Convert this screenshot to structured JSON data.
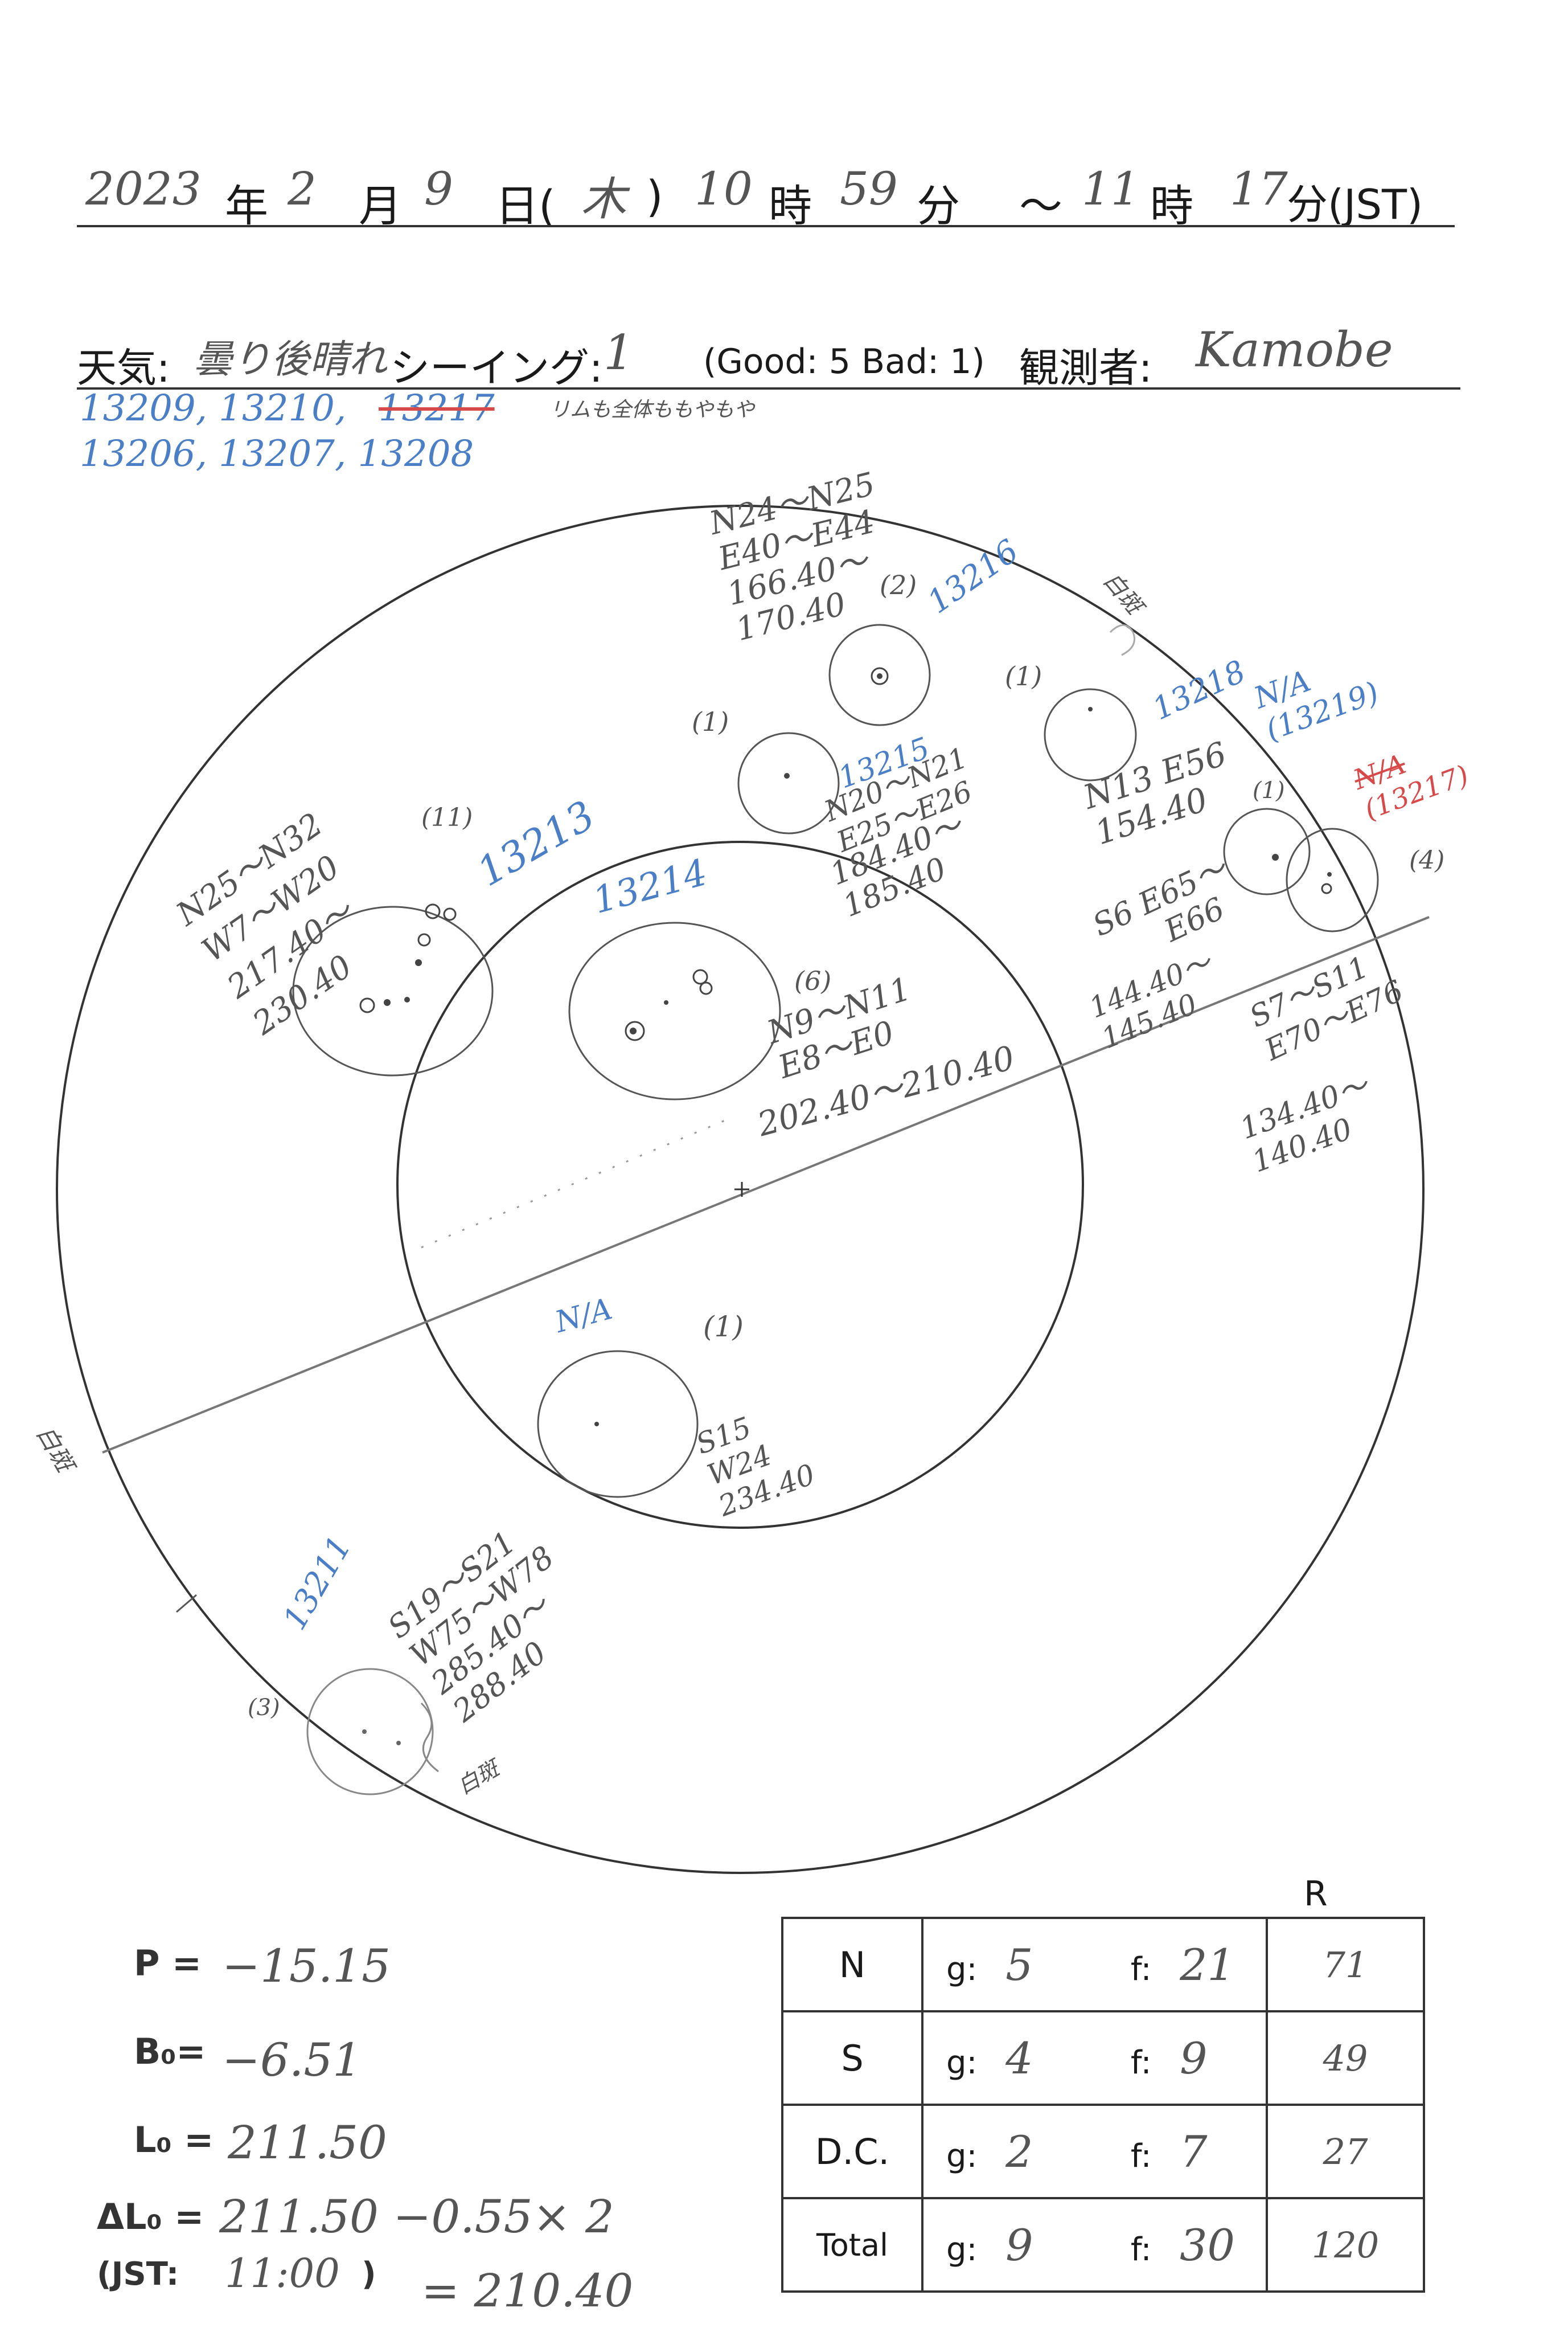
{
  "header": {
    "year": "2023",
    "year_unit": "年",
    "month": "2",
    "month_unit": "月",
    "day": "9",
    "day_unit": "日(",
    "weekday": "木",
    "weekday_close": ")",
    "start_hour": "10",
    "hour_unit": "時",
    "start_minute": "59",
    "minute_unit": "分",
    "tilde": "～",
    "end_hour": "11",
    "hour_unit2": "時",
    "end_minute": "17",
    "minute_unit_tz": "分(JST)"
  },
  "conditions": {
    "weather_label": "天気:",
    "weather_value": "曇り後晴れ",
    "seeing_label": "シーイング:",
    "seeing_value": "1",
    "seeing_scale": "(Good: 5  Bad: 1)",
    "observer_label": "観測者:",
    "observer_value": "Kamobe"
  },
  "notes": {
    "region_line1a": "13209, 13210,",
    "region_line1_struck": "13217",
    "region_line1_note": "リムも全体ももやもや",
    "region_line2": "13206, 13207, 13208"
  },
  "sunspots": {
    "g13216": {
      "pos1": "N24～N25",
      "pos2": "E40～E44",
      "lon1": "166.40～",
      "lon2": "170.40",
      "count": "(2)",
      "number": "13216"
    },
    "g13215": {
      "pos1": "N20～N21",
      "pos2": "E25～E26",
      "lon1": "184.40～",
      "lon2": "185.40",
      "count": "(1)",
      "number": "13215"
    },
    "g13218": {
      "pos1": "N13 E56",
      "lon1": "154.40",
      "count": "(1)",
      "number": "13218",
      "note": "白斑"
    },
    "g13219": {
      "label": "N/A",
      "number": "(13219)",
      "count": "(1)"
    },
    "g13217": {
      "label_struck": "N/A",
      "number": "(13217)",
      "count": "(4)"
    },
    "g13217_pos": {
      "pos1": "S7～S11",
      "pos2": "E70～E76",
      "lon1": "134.40～",
      "lon2": "140.40"
    },
    "g_s6": {
      "pos1": "S6 E65～",
      "pos2": "E66",
      "lon1": "144.40～",
      "lon2": "145.40"
    },
    "g13213": {
      "pos1": "N25～N32",
      "pos2": "W7～W20",
      "lon1": "217.40～",
      "lon2": "230.40",
      "count": "(11)",
      "number": "13213"
    },
    "g13214": {
      "pos1": "N9～N11",
      "pos2": "E8～E0",
      "lon1": "202.40～210.40",
      "count": "(6)",
      "number": "13214"
    },
    "g_na": {
      "label": "N/A",
      "count": "(1)",
      "pos1": "S15",
      "pos2": "W24",
      "lon1": "234.40"
    },
    "g13211": {
      "number": "13211",
      "pos1": "S19～S21",
      "pos2": "W75～W78",
      "lon1": "285.40～",
      "lon2": "288.40",
      "count": "(3)",
      "note": "白斑"
    },
    "limb_note": "白斑"
  },
  "params": {
    "p_label": "P =",
    "p_value": "−15.15",
    "b_label": "B₀=",
    "b_value": "−6.51",
    "l_label": "L₀ =",
    "l_value": "211.50",
    "dl_label": "ΔL₀ =",
    "dl_value": "211.50 −0.55× 2",
    "jst_label": "(JST:",
    "jst_value": "11:00",
    "jst_close": ")",
    "result": "= 210.40"
  },
  "table": {
    "r_header": "R",
    "rows": [
      {
        "label": "N",
        "g": "5",
        "f": "21",
        "r": "71"
      },
      {
        "label": "S",
        "g": "4",
        "f": "9",
        "r": "49"
      },
      {
        "label": "D.C.",
        "g": "2",
        "f": "7",
        "r": "27"
      },
      {
        "label": "Total",
        "g": "9",
        "f": "30",
        "r": "120"
      }
    ],
    "g_label": "g:",
    "f_label": "f:"
  }
}
